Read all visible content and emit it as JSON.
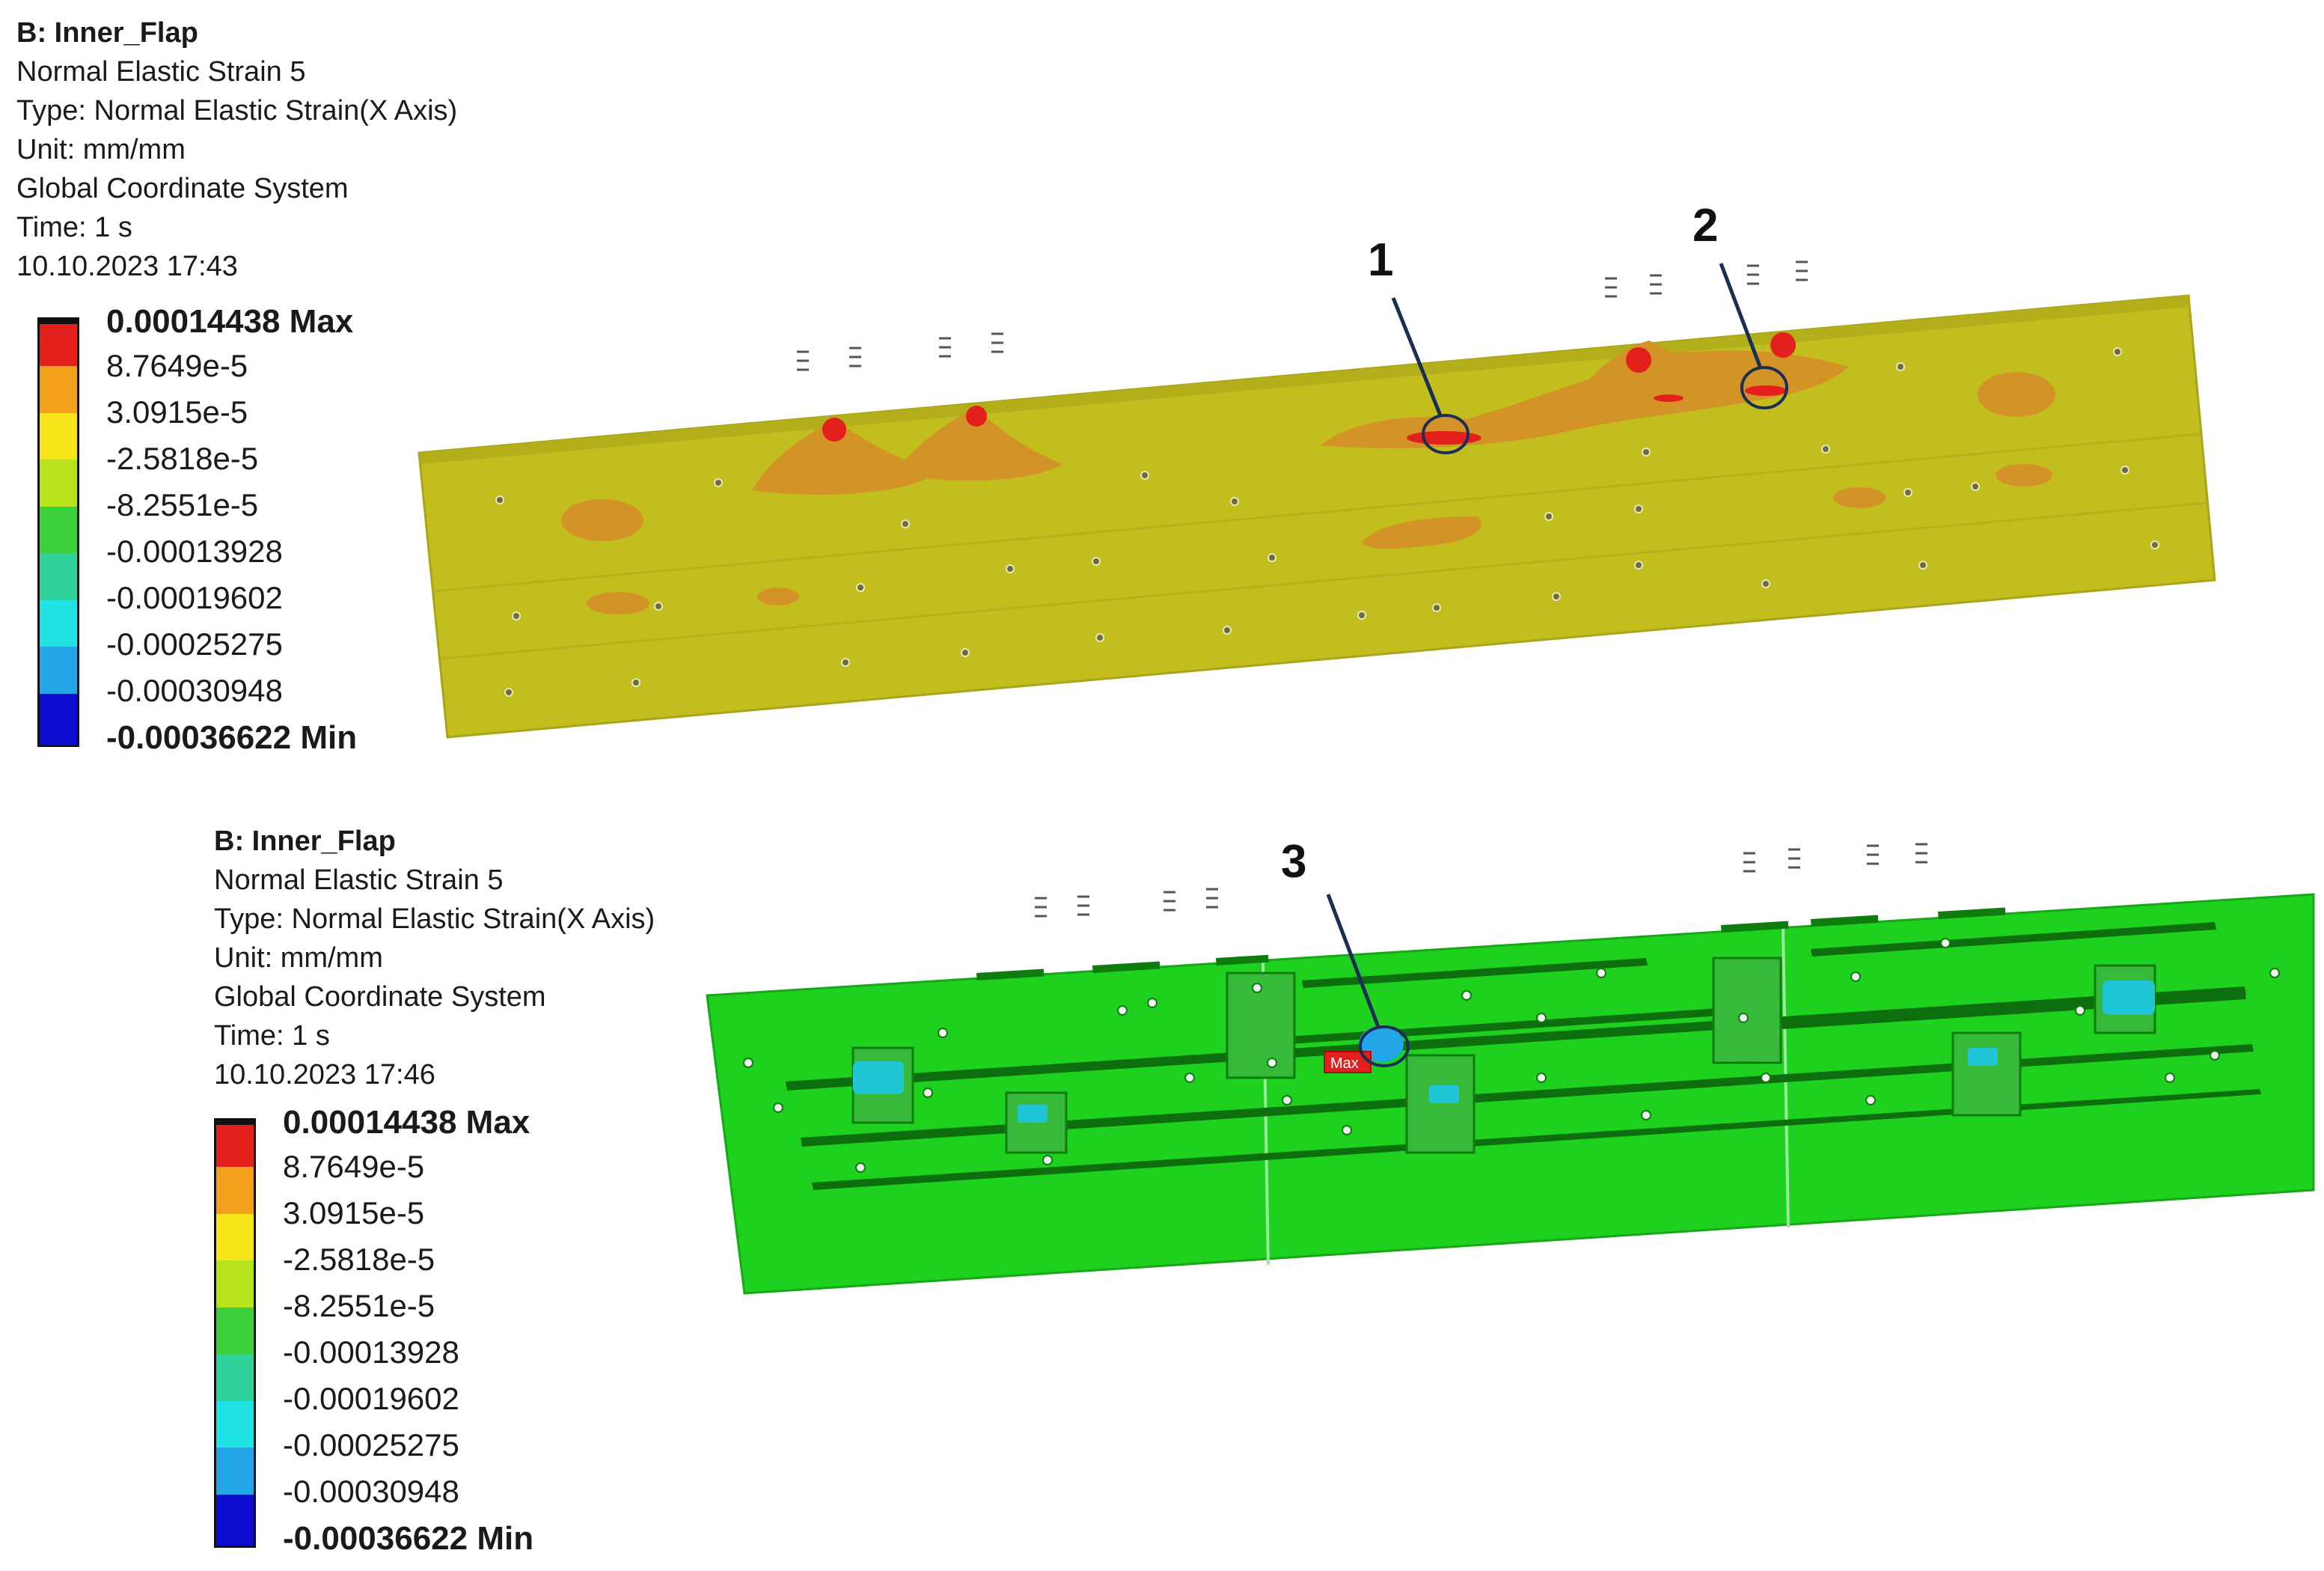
{
  "panels": [
    {
      "title": "B: Inner_Flap",
      "result_name": "Normal Elastic Strain 5",
      "type": "Type: Normal Elastic Strain(X Axis)",
      "unit": "Unit: mm/mm",
      "coord": "Global Coordinate System",
      "time": "Time: 1 s",
      "timestamp": "10.10.2023 17:43",
      "legend": [
        "0.00014438 Max",
        "8.7649e-5",
        "3.0915e-5",
        "-2.5818e-5",
        "-8.2551e-5",
        "-0.00013928",
        "-0.00019602",
        "-0.00025275",
        "-0.00030948",
        "-0.00036622 Min"
      ],
      "callouts": [
        "1",
        "2"
      ]
    },
    {
      "title": "B: Inner_Flap",
      "result_name": "Normal Elastic Strain 5",
      "type": "Type: Normal Elastic Strain(X Axis)",
      "unit": "Unit: mm/mm",
      "coord": "Global Coordinate System",
      "time": "Time: 1 s",
      "timestamp": "10.10.2023 17:46",
      "legend": [
        "0.00014438 Max",
        "8.7649e-5",
        "3.0915e-5",
        "-2.5818e-5",
        "-8.2551e-5",
        "-0.00013928",
        "-0.00019602",
        "-0.00025275",
        "-0.00030948",
        "-0.00036622 Min"
      ],
      "callouts": [
        "3"
      ],
      "max_tag": "Max"
    }
  ],
  "colors": {
    "legend_bands": [
      "#e3201b",
      "#f2a01e",
      "#f7e51a",
      "#b8e21a",
      "#3bd13a",
      "#2fd29a",
      "#21e3e3",
      "#22a6e8",
      "#1c5ee6",
      "#0d0dd1"
    ],
    "model_top": "#c2be1e",
    "model_hot": "#d49327",
    "model_bottom": "#1fd11f"
  }
}
